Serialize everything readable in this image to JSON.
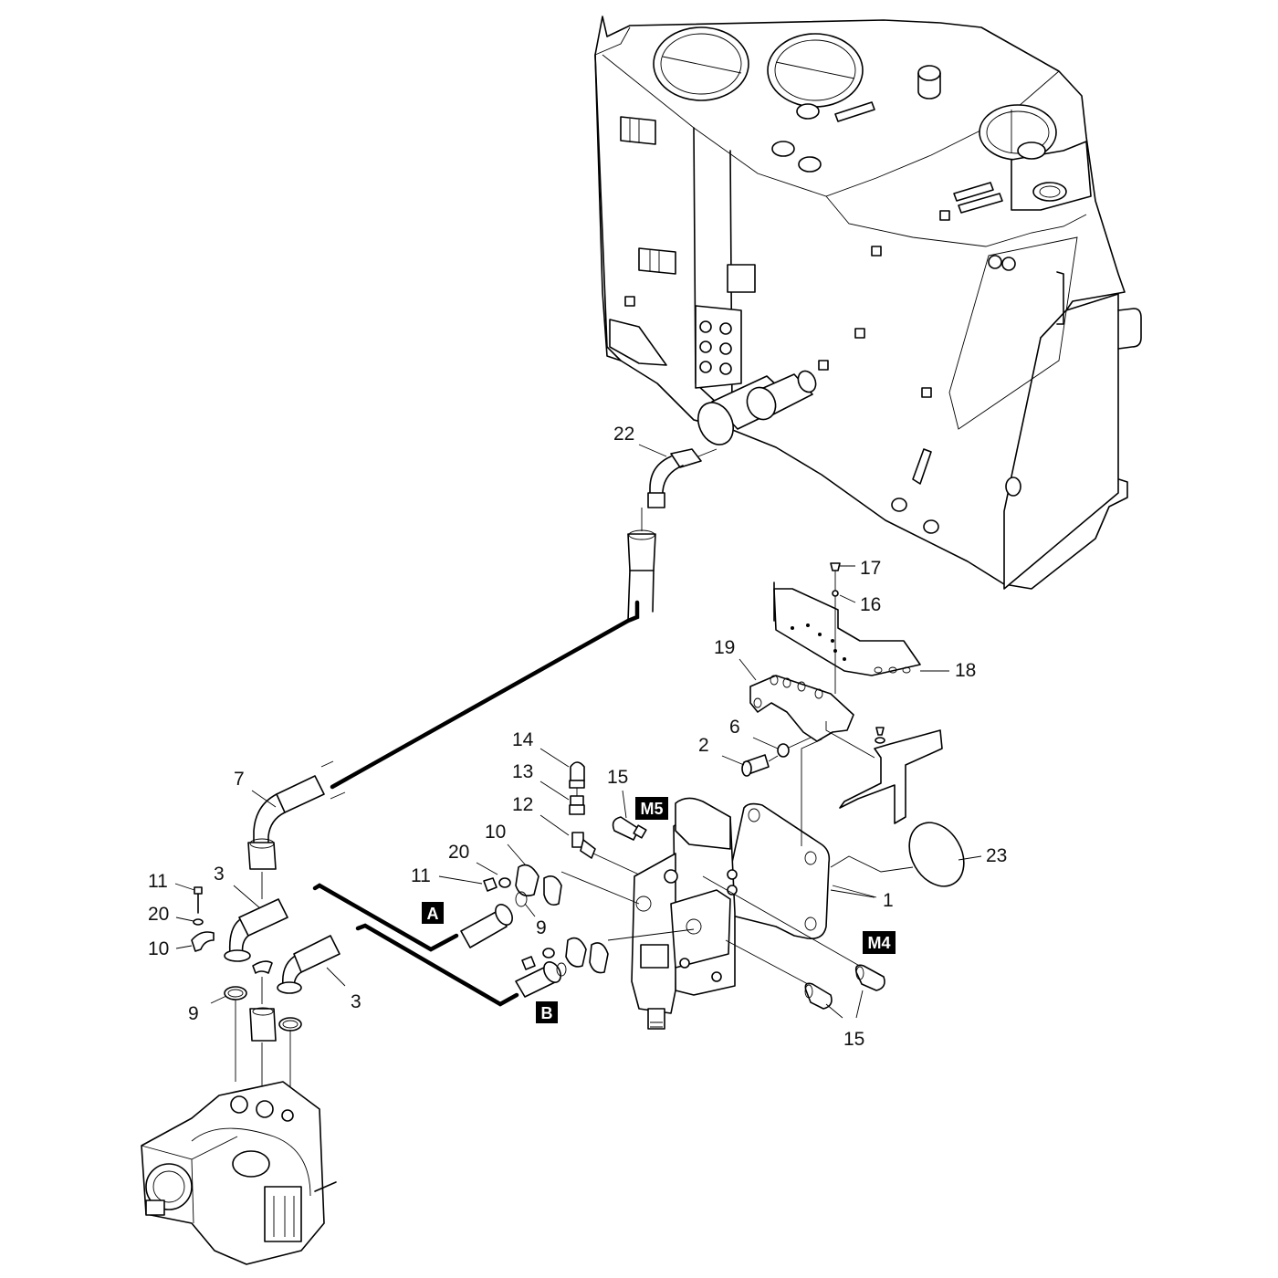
{
  "diagram": {
    "type": "exploded-parts-view",
    "callouts": {
      "c22": "22",
      "c17": "17",
      "c16": "16",
      "c19": "19",
      "c18": "18",
      "c6": "6",
      "c2": "2",
      "c14": "14",
      "c13": "13",
      "c12": "12",
      "c15a": "15",
      "c7": "7",
      "c10a": "10",
      "c20a": "20",
      "c11a": "11",
      "c9a": "9",
      "c11b": "11",
      "c20b": "20",
      "c3a": "3",
      "c10b": "10",
      "c9b": "9",
      "c3b": "3",
      "c23": "23",
      "c1": "1",
      "c15b": "15"
    },
    "port_tags": {
      "m5": "M5",
      "m4": "M4",
      "a": "A",
      "b": "B"
    },
    "colors": {
      "line": "#000000",
      "background": "#ffffff",
      "tag_fill": "#000000",
      "tag_text": "#ffffff"
    }
  }
}
